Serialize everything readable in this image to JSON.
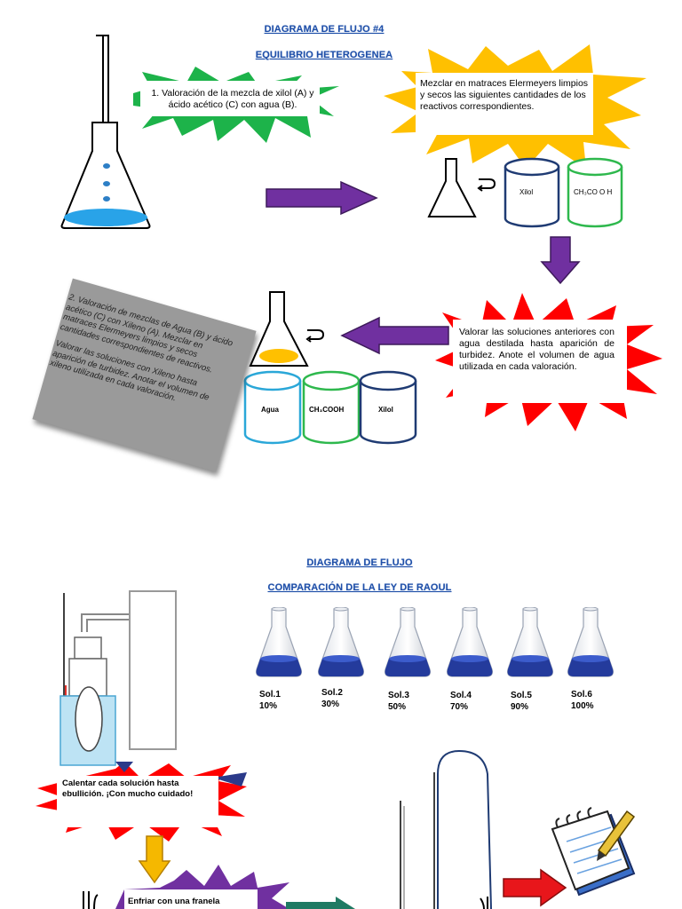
{
  "section1": {
    "title": "DIAGRAMA DE FLUJO #4",
    "subtitle": "EQUILIBRIO HETEROGENEA",
    "step1_text": "1. Valoración de la mezcla de xilol (A) y ácido acético (C) con agua (B).",
    "mix_text": "Mezclar en matraces Elermeyers limpios y secos las siguientes cantidades de los reactivos correspondientes.",
    "cyl_xilol": "Xilol",
    "cyl_acetic": "CH₃CO O H",
    "titrate_text": "Valorar las soluciones anteriores con agua destilada hasta aparición de turbidez. Anote el volumen de agua utilizada en cada valoración.",
    "card_p1": "2. Valoración de mezclas de Agua (B) y ácido acético (C) con Xileno (A). Mezclar en matraces Elermeyers limpios y secos cantidades correspondientes de reactivos.",
    "card_p2": "Valorar las soluciones con Xileno hasta aparición de turbidez. Anotar el volumen de xileno utilizada en cada valoración.",
    "cyl_agua": "Agua",
    "cyl_acetic2": "CH₃COOH",
    "cyl_xilol2": "Xilol"
  },
  "section2": {
    "title": "DIAGRAMA DE FLUJO",
    "subtitle": "COMPARACIÓN DE LA LEY DE RAOUL",
    "solutions": [
      {
        "name": "Sol.1",
        "pct": "10%"
      },
      {
        "name": "Sol.2",
        "pct": "30%"
      },
      {
        "name": "Sol.3",
        "pct": "50%"
      },
      {
        "name": "Sol.4",
        "pct": "70%"
      },
      {
        "name": "Sol.5",
        "pct": "90%"
      },
      {
        "name": "Sol.6",
        "pct": "100%"
      }
    ],
    "heat_text": "Calentar cada solución hasta ebullición. ¡Con mucho cuidado!",
    "cool_text": "Enfriar con una franela"
  },
  "colors": {
    "title_blue": "#1f4fa8",
    "arrow_purple": "#7030a0",
    "star_green": "#1db34a",
    "star_yellow": "#ffc000",
    "star_red": "#ff0000",
    "liquid_blue": "#29a3e8",
    "cyl_navy": "#1f3b73",
    "cyl_green": "#2eb84d",
    "cyl_cyan": "#2aa7d8",
    "arrow_orange": "#f5b800",
    "arrow_teal": "#1f7a63"
  }
}
